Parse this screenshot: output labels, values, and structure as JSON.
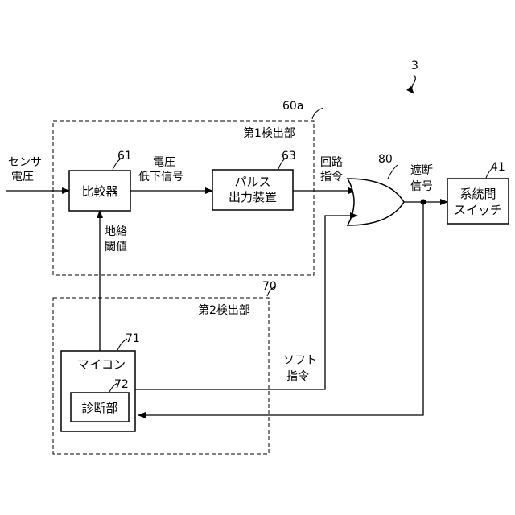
{
  "figure_number": "3",
  "input": {
    "line1": "センサ",
    "line2": "電圧"
  },
  "group1": {
    "ref": "60a",
    "title": "第1検出部"
  },
  "group2": {
    "ref": "70",
    "title": "第2検出部"
  },
  "comparator": {
    "ref": "61",
    "label": "比較器"
  },
  "pulse_device": {
    "ref": "63",
    "line1": "パルス",
    "line2": "出力装置"
  },
  "or_gate": {
    "ref": "80"
  },
  "switch": {
    "ref": "41",
    "line1": "系統間",
    "line2": "スイッチ"
  },
  "microcomputer": {
    "ref": "71",
    "label": "マイコン"
  },
  "diagnosis": {
    "ref": "72",
    "label": "診断部"
  },
  "signals": {
    "voltage_drop": {
      "line1": "電圧",
      "line2": "低下信号"
    },
    "circuit_cmd": {
      "line1": "回路",
      "line2": "指令"
    },
    "cutoff": {
      "line1": "遮断",
      "line2": "信号"
    },
    "ground_fault_threshold": {
      "line1": "地絡",
      "line2": "閾値"
    },
    "soft_cmd": {
      "line1": "ソフト",
      "line2": "指令"
    }
  }
}
